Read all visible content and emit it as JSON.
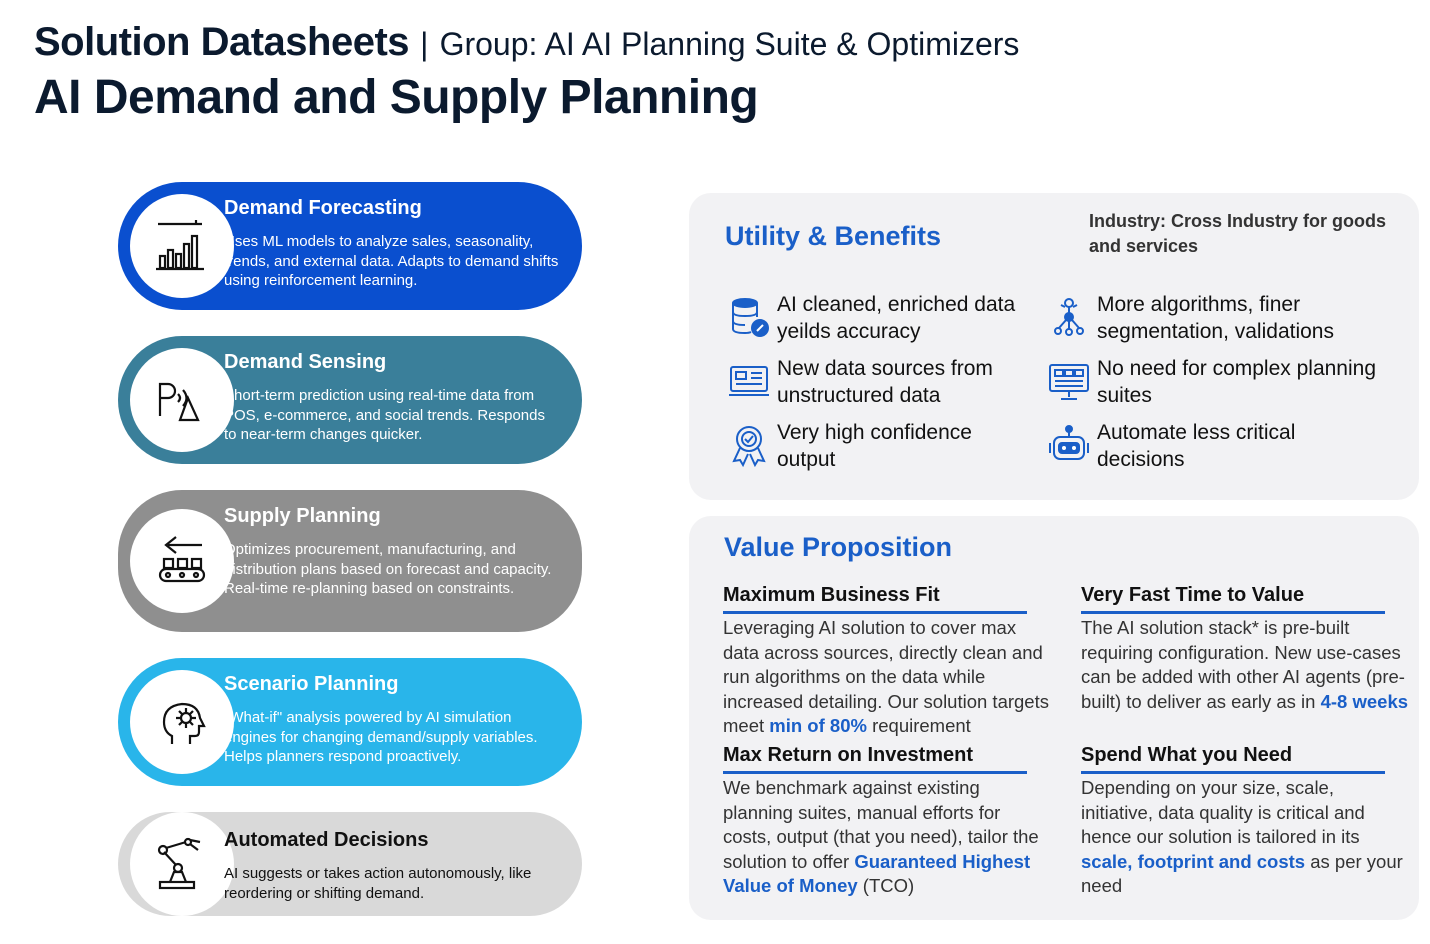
{
  "header": {
    "title_main": "Solution Datasheets",
    "separator": "|",
    "group": "Group: AI AI Planning Suite & Optimizers",
    "subtitle": "AI Demand and Supply Planning"
  },
  "capabilities": [
    {
      "title": "Demand Forecasting",
      "description": "Uses ML models to analyze sales, seasonality, trends, and external data. Adapts to demand shifts using reinforcement learning.",
      "color": "#0a4fcf",
      "icon": "bar-chart-icon"
    },
    {
      "title": "Demand Sensing",
      "description": "Short-term prediction using real-time data from POS, e-commerce, and social trends. Responds to near-term changes quicker.",
      "color": "#3a7f9a",
      "icon": "sensor-icon"
    },
    {
      "title": "Supply Planning",
      "description": "Optimizes procurement, manufacturing, and distribution plans based on forecast and capacity. Real-time re-planning based on constraints.",
      "color": "#8f8f8f",
      "icon": "conveyor-icon"
    },
    {
      "title": "Scenario Planning",
      "description": "\"What-if\" analysis powered by AI simulation engines for changing demand/supply variables. Helps planners respond proactively.",
      "color": "#29b5ea",
      "icon": "head-gear-icon"
    },
    {
      "title": "Automated Decisions",
      "description": "AI suggests or takes action autonomously, like reordering or shifting demand.",
      "color": "#d9d9d9",
      "icon": "robot-arm-icon"
    }
  ],
  "utility": {
    "title": "Utility & Benefits",
    "industry": "Industry: Cross Industry for goods and services",
    "items": [
      {
        "text": "AI cleaned, enriched data yeilds accuracy",
        "icon": "database-icon"
      },
      {
        "text": "More algorithms, finer segmentation, validations",
        "icon": "algorithm-icon"
      },
      {
        "text": "New data sources from unstructured data",
        "icon": "media-screen-icon"
      },
      {
        "text": "No need for complex planning suites",
        "icon": "dashboard-monitor-icon"
      },
      {
        "text": "Very high confidence output",
        "icon": "award-icon"
      },
      {
        "text": "Automate less critical decisions",
        "icon": "robot-icon"
      }
    ]
  },
  "value": {
    "title": "Value Proposition",
    "blocks": [
      {
        "heading": "Maximum Business Fit",
        "body_before": "Leveraging AI solution to cover max data across sources, directly clean and run algorithms on the data while increased detailing. Our solution targets meet ",
        "highlight": "min of 80%",
        "body_after": " requirement"
      },
      {
        "heading": "Very Fast Time to Value",
        "body_before": "The AI solution stack* is pre-built requiring configuration. New use-cases can be added with other AI agents (pre-built) to deliver as early as in ",
        "highlight": "4-8 weeks",
        "body_after": ""
      },
      {
        "heading": "Max Return on Investment",
        "body_before": "We benchmark against existing planning suites, manual efforts for costs, output (that you need), tailor the solution to offer ",
        "highlight": "Guaranteed Highest Value of Money",
        "body_after": " (TCO)"
      },
      {
        "heading": "Spend What you Need",
        "body_before": "Depending on your size, scale, initiative, data quality is critical and hence our solution is tailored in its ",
        "highlight": "scale, footprint and costs",
        "body_after": " as per your need"
      }
    ]
  },
  "colors": {
    "accent": "#1a5fc8",
    "panel": "#f2f2f4"
  }
}
